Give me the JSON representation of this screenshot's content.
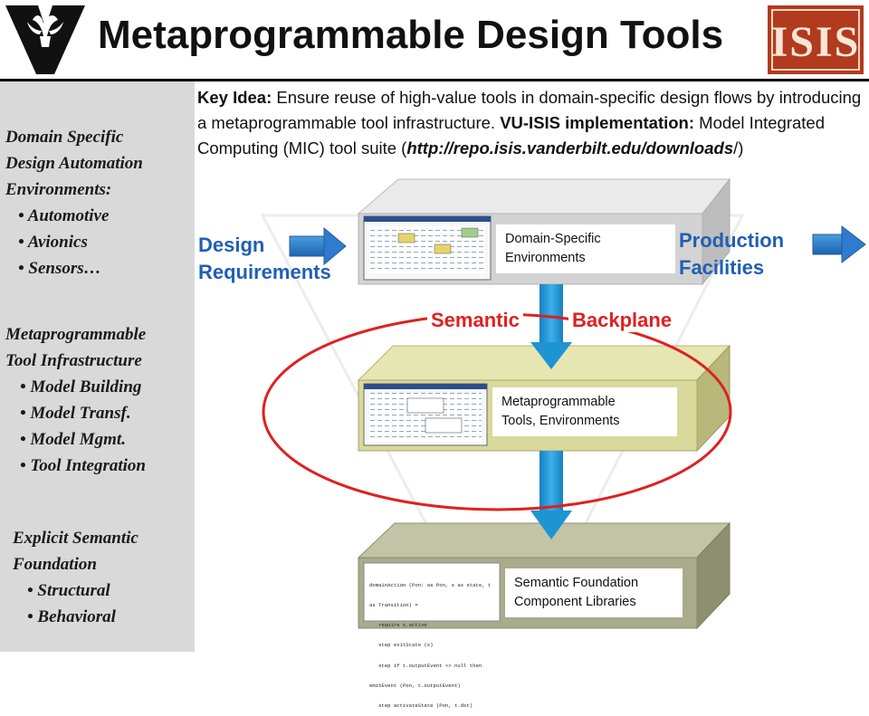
{
  "header": {
    "title": "Metaprogrammable Design Tools",
    "left_logo": "vanderbilt-v-logo",
    "right_logo_text": "ISIS"
  },
  "sidebar": {
    "sections": [
      {
        "heading_lines": [
          "Domain Specific",
          "Design Automation",
          "Environments:"
        ],
        "items": [
          "• Automotive",
          "• Avionics",
          "• Sensors…"
        ]
      },
      {
        "heading_lines": [
          "Metaprogrammable",
          "Tool Infrastructure"
        ],
        "items": [
          "• Model Building",
          "• Model Transf.",
          "• Model Mgmt.",
          "• Tool Integration"
        ]
      },
      {
        "heading_lines": [
          "Explicit Semantic",
          "Foundation"
        ],
        "items": [
          "• Structural",
          "• Behavioral"
        ]
      }
    ]
  },
  "key_idea": {
    "label": "Key Idea:",
    "text": " Ensure reuse of high-value tools in domain-specific design flows by introducing a metaprogrammable tool infrastructure.",
    "impl_label": "VU-ISIS implementation:",
    "impl_text": " Model Integrated Computing (MIC) tool suite (",
    "url": "http://repo.isis.vanderbilt.edu/downloads",
    "url_tail": "/)"
  },
  "diagram": {
    "design_requirements": [
      "Design",
      "Requirements"
    ],
    "production_facilities": [
      "Production",
      "Facilities"
    ],
    "semantic": "Semantic",
    "backplane": "Backplane",
    "layers": [
      {
        "label_lines": [
          "Domain-Specific",
          "Environments"
        ]
      },
      {
        "label_lines": [
          "Metaprogrammable",
          "Tools, Environments"
        ]
      },
      {
        "label_lines": [
          "Semantic Foundation",
          "Component Libraries"
        ]
      }
    ],
    "code_lines": [
      "domainAction (Pon: as Pon, s as state, t",
      "as Transition) =",
      "   require s.active",
      "   step exitState (s)",
      "   step if t.outputEvent <> null then",
      "emitEvent (Pon, t.outputEvent)",
      "   step activateState (Pon, t.dst)"
    ],
    "colors": {
      "top_layer": "#d3d3d3",
      "mid_layer": "#d8d99a",
      "bottom_layer": "#a9ab8c",
      "arrow": "#1f94d2",
      "ellipse": "#e02020",
      "label_blue": "#1f5fb4"
    }
  }
}
